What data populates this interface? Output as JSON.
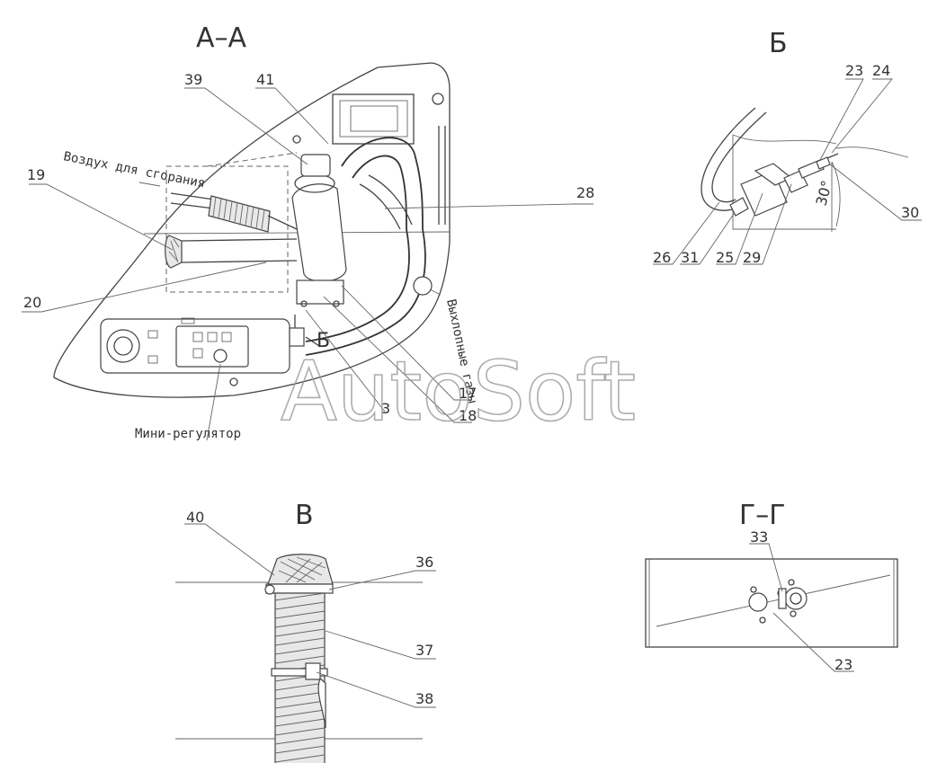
{
  "views": {
    "aa": "А–А",
    "b": "Б",
    "v": "В",
    "gg": "Г–Г",
    "b_marker": "Б"
  },
  "callouts": {
    "c39": "39",
    "c41": "41",
    "c19": "19",
    "c20": "20",
    "c28": "28",
    "c17": "17",
    "c18": "18",
    "c3": "3",
    "c23a": "23",
    "c24": "24",
    "c30": "30",
    "c26": "26",
    "c31": "31",
    "c25": "25",
    "c29": "29",
    "c40": "40",
    "c36": "36",
    "c37": "37",
    "c38": "38",
    "c33": "33",
    "c23b": "23"
  },
  "notes": {
    "combustion_air": "Воздух для сгорания",
    "exhaust": "Выхлопные газы",
    "mini_regulator": "Мини-регулятор",
    "angle": "30°"
  },
  "watermark": "AutoSoft"
}
